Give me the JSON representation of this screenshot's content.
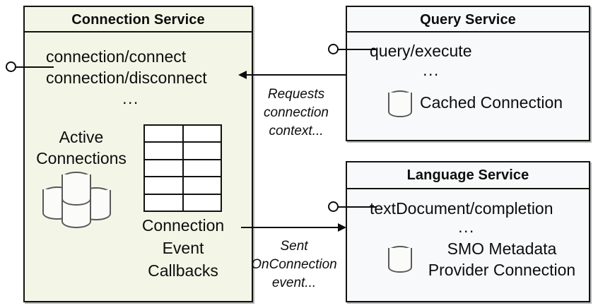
{
  "diagram": {
    "title": "Connection Service interaction diagram",
    "colors": {
      "connection_service_fill": "#f3f6e7",
      "service_fill": "#f8f9fb",
      "stroke": "#12120f",
      "cylinder_stroke": "#595959"
    }
  },
  "connection_service": {
    "title": "Connection Service",
    "endpoints": [
      "connection/connect",
      "connection/disconnect"
    ],
    "endpoints_more": "...",
    "active_connections_label_line1": "Active",
    "active_connections_label_line2": "Connections",
    "callbacks_label_line1": "Connection",
    "callbacks_label_line2": "Event",
    "callbacks_label_line3": "Callbacks",
    "interface_name": "provided-interface",
    "table_rows": 5,
    "table_cols": 2,
    "cylinder_count": 4
  },
  "query_service": {
    "title": "Query Service",
    "endpoint": "query/execute",
    "endpoints_more": "...",
    "resource_label": "Cached Connection",
    "interface_name": "provided-interface"
  },
  "language_service": {
    "title": "Language Service",
    "endpoint": "textDocument/completion",
    "endpoints_more": "...",
    "resource_label_line1": "SMO Metadata",
    "resource_label_line2": "Provider Connection",
    "interface_name": "provided-interface"
  },
  "flows": [
    {
      "id": "requests-connection-context",
      "direction": "query-service-to-connection-service",
      "line1": "Requests",
      "line2": "connection",
      "line3": "context..."
    },
    {
      "id": "sent-onconnection-event",
      "direction": "connection-service-to-language-service",
      "line1": "Sent",
      "line2": "OnConnection",
      "line3": "event..."
    }
  ]
}
